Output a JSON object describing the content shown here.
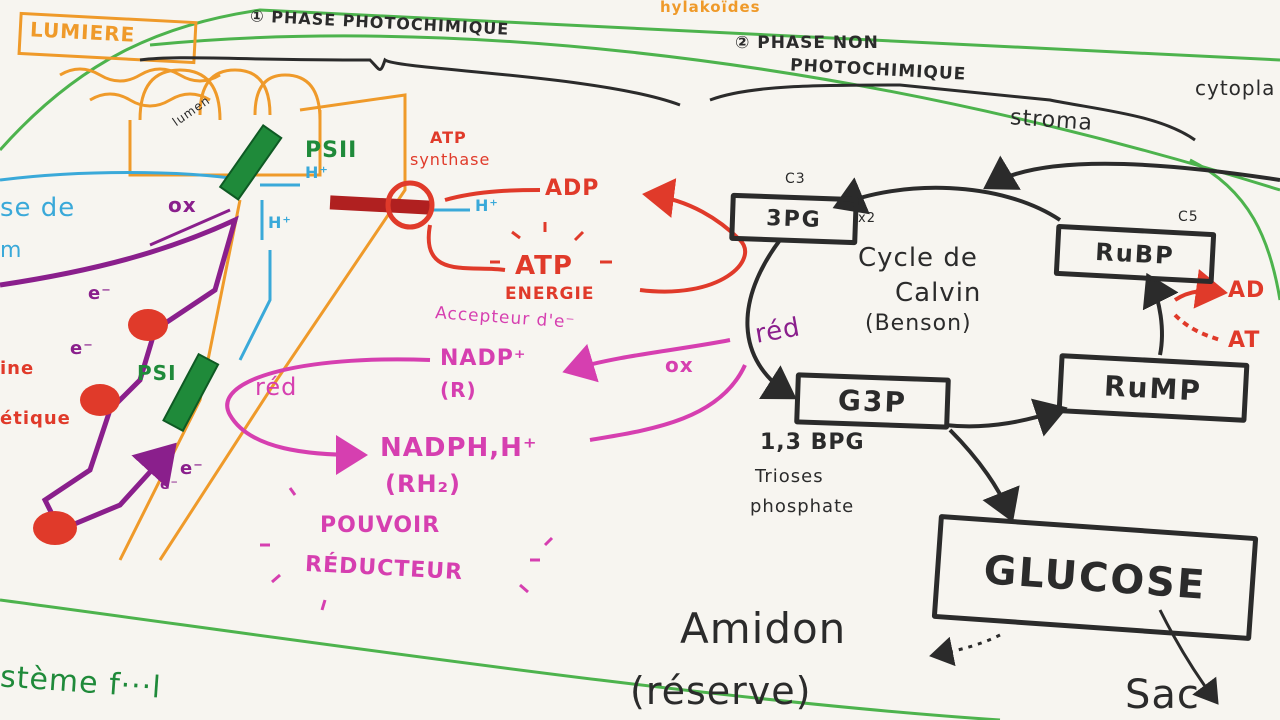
{
  "labels": {
    "thylakoides": "hylakoïdes",
    "lumiere": "LUMIERE",
    "phase1": "① PHASE PHOTOCHIMIQUE",
    "phase2_line1": "② PHASE NON",
    "phase2_line2": "PHOTOCHIMIQUE",
    "cytoplasme": "cytopla",
    "lumen": "lumen",
    "stroma": "stroma",
    "psii": "PSII",
    "psi": "PSI",
    "hplus1": "H⁺",
    "hplus2": "H⁺",
    "hplus3": "H⁺",
    "atp_synthase_line1": "ATP",
    "atp_synthase_line2": "synthase",
    "adp": "ADP",
    "atp": "ATP",
    "energie": "ENERGIE",
    "left_partial_1": "se de",
    "left_partial_2": "m",
    "left_partial_3": "ine",
    "left_partial_4": "étique",
    "ox1": "ox",
    "ox2": "ox",
    "electron1": "e⁻",
    "electron2": "e⁻",
    "electron3": "e⁻",
    "electron4": "e⁻",
    "accepteur": "Accepteur d'e⁻",
    "nadp": "NADP⁺",
    "r": "(R)",
    "red1": "réd",
    "red2": "réd",
    "nadph": "NADPH,H⁺",
    "rh2": "(RH₂)",
    "pouvoir": "POUVOIR",
    "reducteur": "RÉDUCTEUR",
    "c3": "C3",
    "c5": "C5",
    "x2": "x2",
    "cycle_line1": "Cycle de",
    "cycle_line2": "Calvin",
    "cycle_line3": "(Benson)",
    "bpg": "1,3 BPG",
    "triose_line1": "Trioses",
    "triose_line2": "phosphate",
    "amidon": "Amidon",
    "reserve": "(réserve)",
    "sac_partial": "Sac",
    "ad_partial": "AD",
    "at_partial": "AT",
    "bottom_green": "stème f···l"
  },
  "boxes": {
    "pg3": "3PG",
    "rubp": "RuBP",
    "g3p": "G3P",
    "rump": "RuMP",
    "glucose": "GLUCOSE"
  },
  "colors": {
    "red": "#e03a2a",
    "pink": "#d63fb0",
    "purple": "#8a1f8c",
    "black": "#2b2b2b",
    "green": "#1f8a3a",
    "orange": "#ef9a2a",
    "blue": "#3aa9d9"
  }
}
